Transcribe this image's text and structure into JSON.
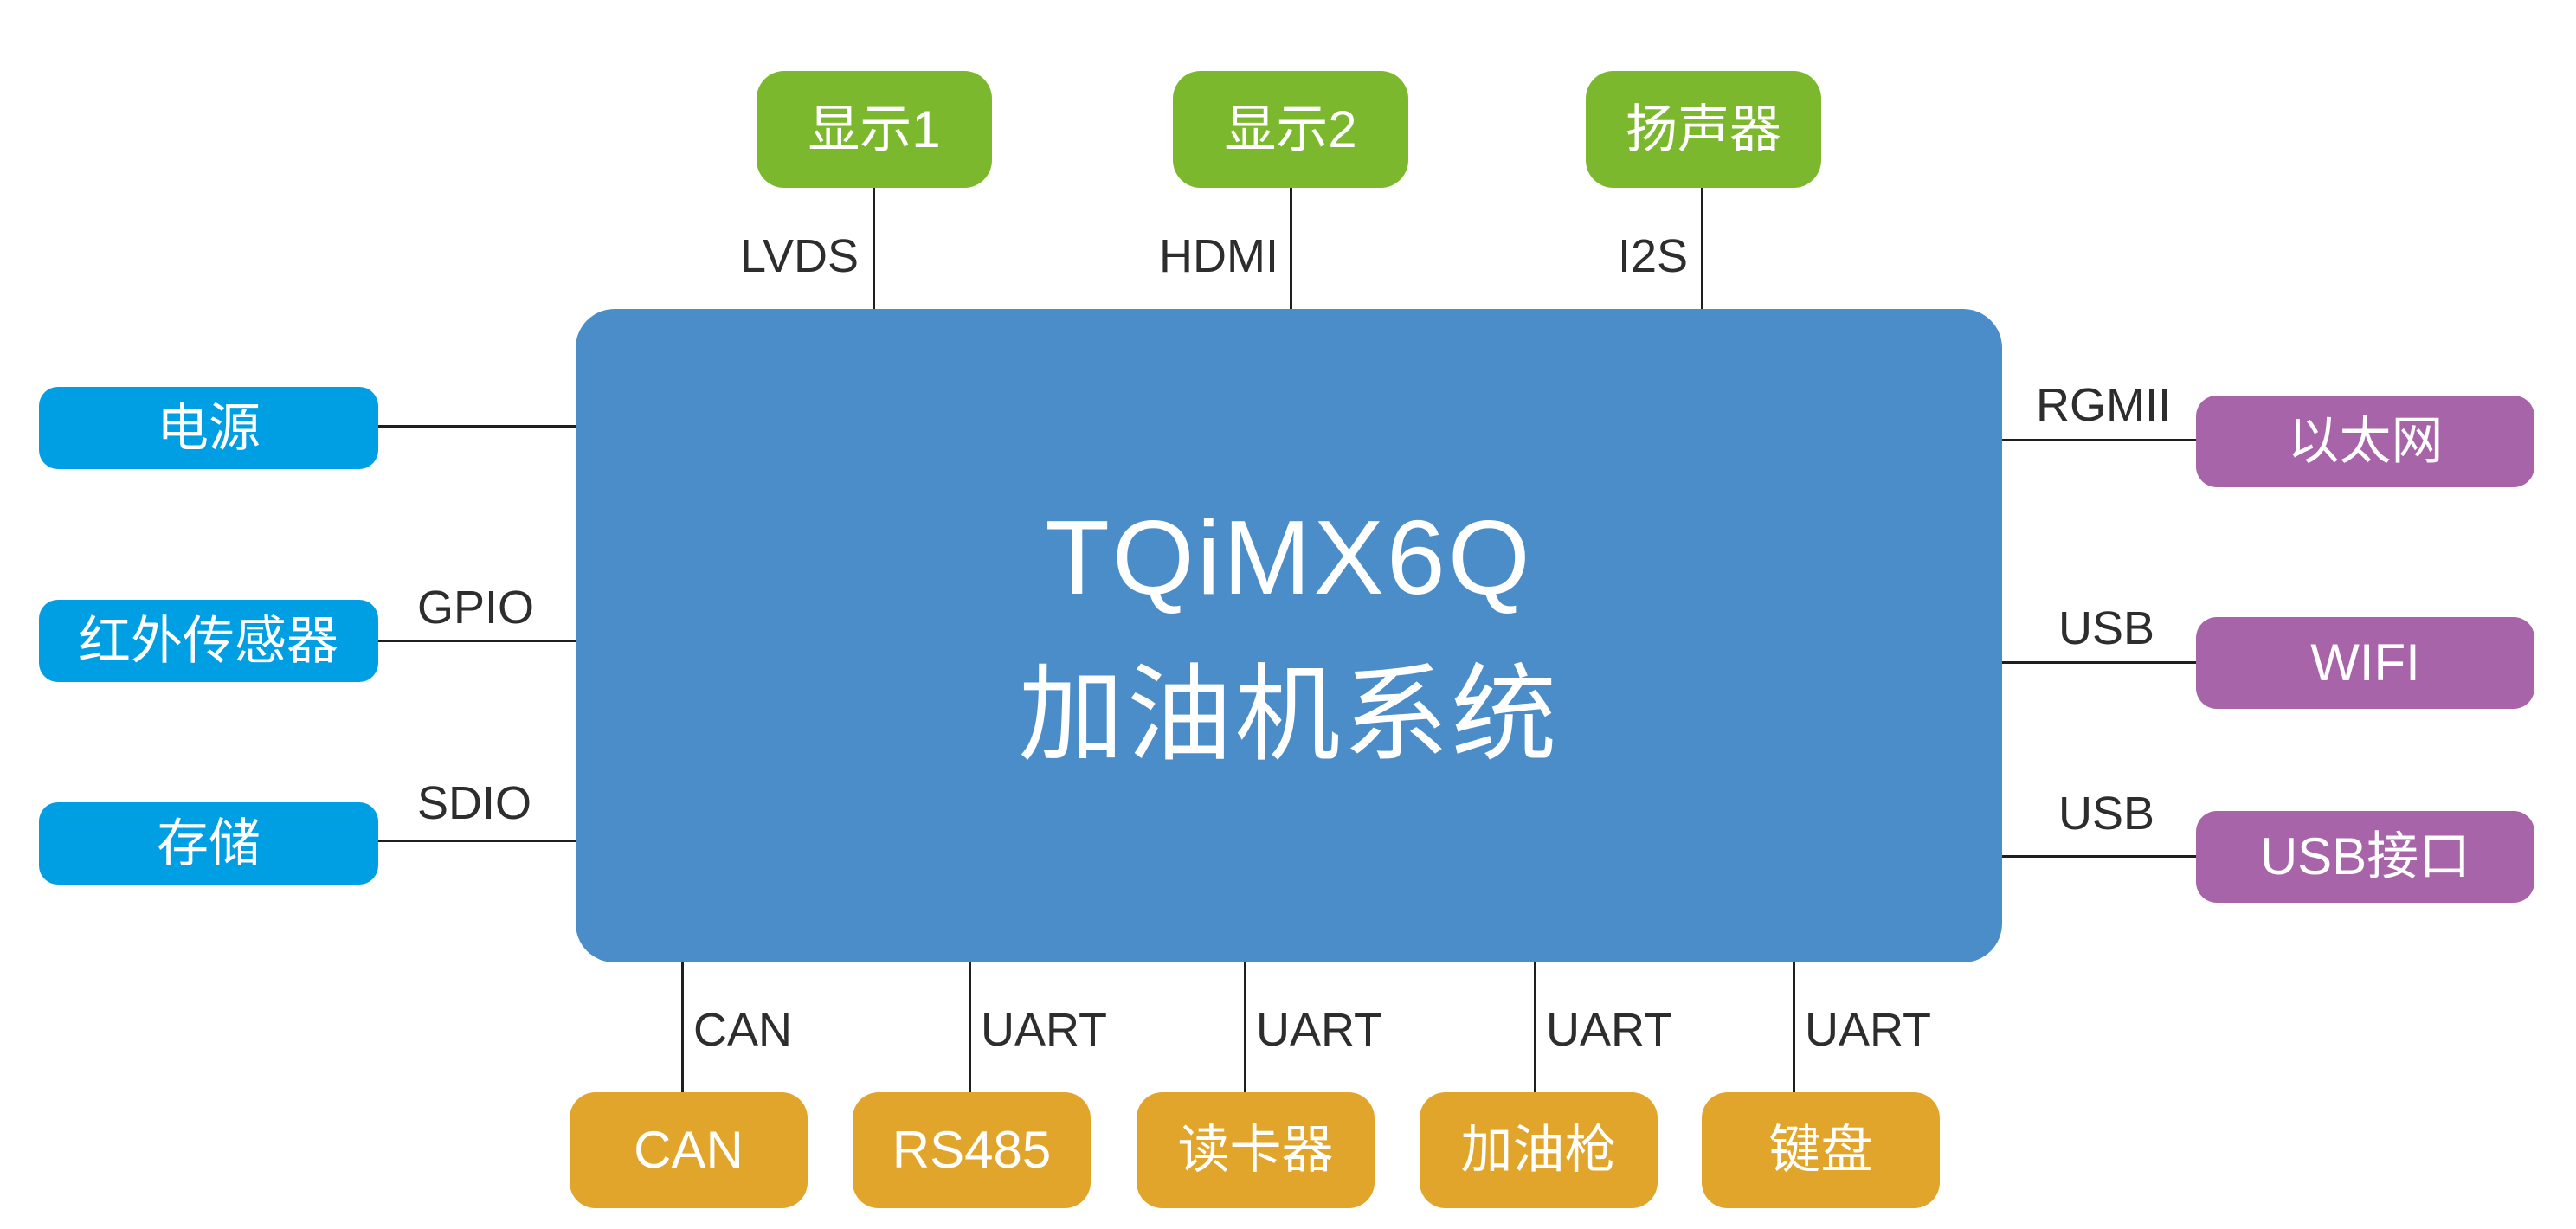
{
  "colors": {
    "canvas_bg": "#ffffff",
    "center_blue": "#4a8dc8",
    "node_blue": "#009fe3",
    "node_green": "#7cb82e",
    "node_purple": "#a764a8",
    "node_orange": "#e2a52b",
    "line": "#1f1f1f",
    "label_text": "#2d2d2d",
    "node_text": "#ffffff"
  },
  "center_node": {
    "title_line1": "TQiMX6Q",
    "title_line2": "加油机系统"
  },
  "top_nodes": [
    {
      "label": "显示1",
      "protocol": "LVDS"
    },
    {
      "label": "显示2",
      "protocol": "HDMI"
    },
    {
      "label": "扬声器",
      "protocol": "I2S"
    }
  ],
  "left_nodes": [
    {
      "label": "电源"
    },
    {
      "label": "红外传感器",
      "protocol": "GPIO"
    },
    {
      "label": "存储",
      "protocol": "SDIO"
    }
  ],
  "right_nodes": [
    {
      "label": "以太网",
      "protocol": "RGMII"
    },
    {
      "label": "WIFI",
      "protocol": "USB"
    },
    {
      "label": "USB接口",
      "protocol": "USB"
    }
  ],
  "bottom_nodes": [
    {
      "label": "CAN",
      "protocol": "CAN"
    },
    {
      "label": "RS485",
      "protocol": "UART"
    },
    {
      "label": "读卡器",
      "protocol": "UART"
    },
    {
      "label": "加油枪",
      "protocol": "UART"
    },
    {
      "label": "键盘",
      "protocol": "UART"
    }
  ]
}
